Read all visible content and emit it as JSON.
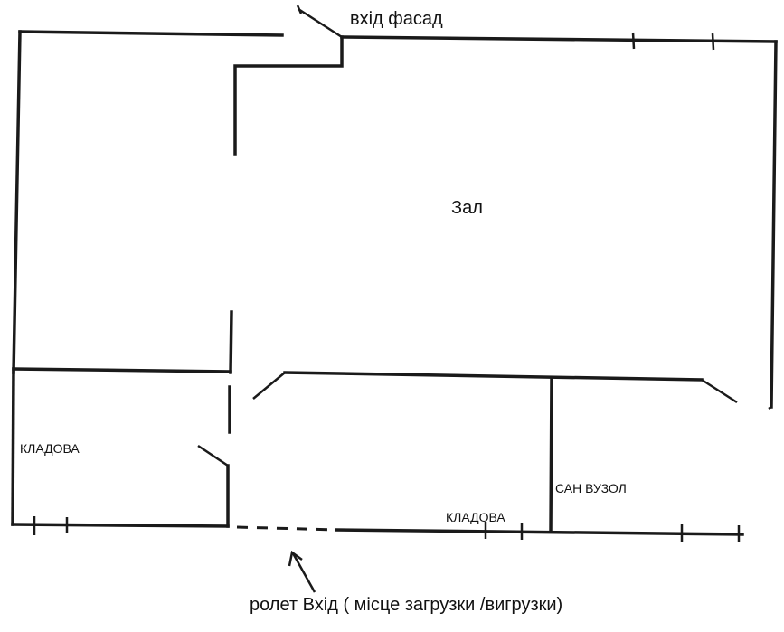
{
  "plan": {
    "entrance_facade": "вхід  фасад",
    "hall": "Зал",
    "storage_left": "КЛАДОВА",
    "storage_bottom": "КЛАДОВА",
    "bathroom": "САН ВУЗОЛ",
    "rear_entrance": "ролет Вхід ( місце загрузки  /вигрузки)"
  }
}
